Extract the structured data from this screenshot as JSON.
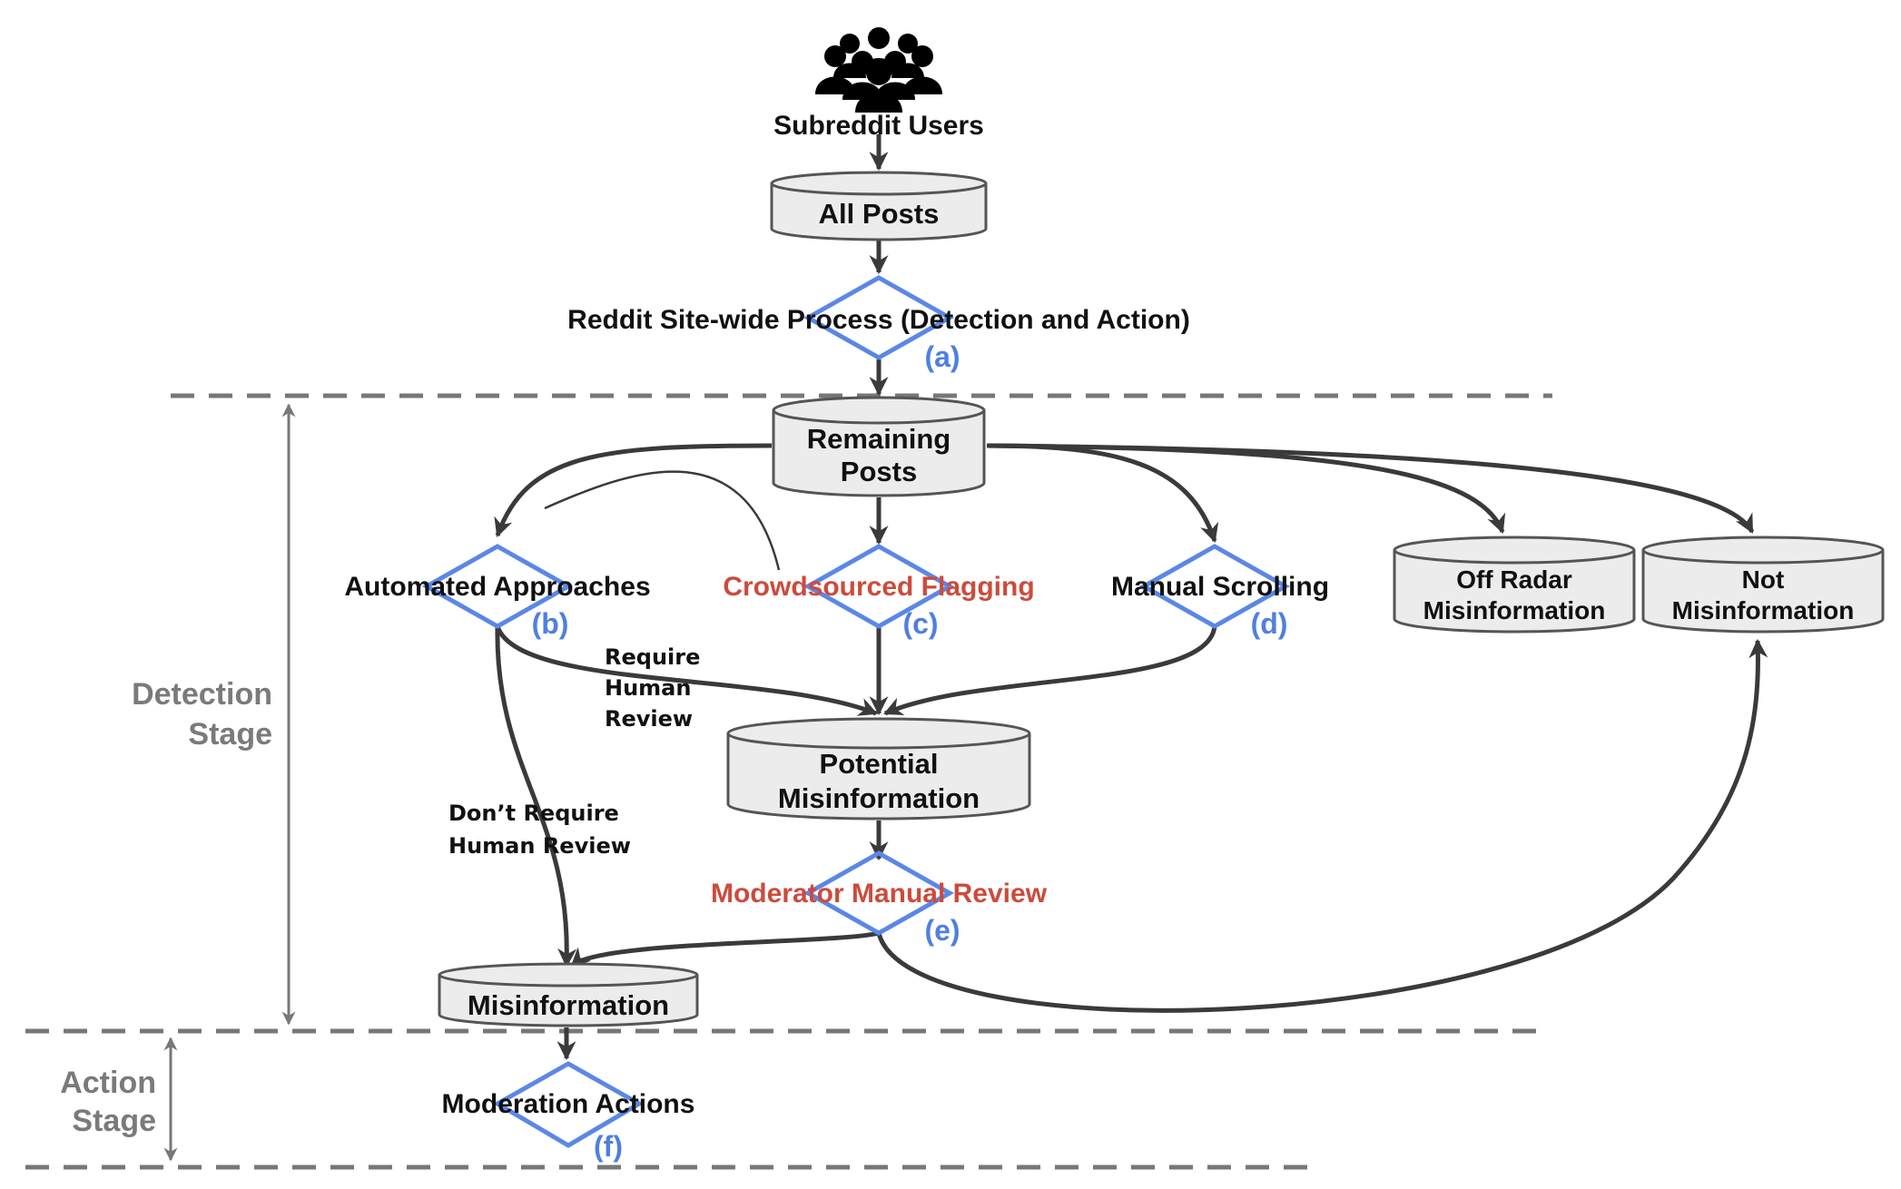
{
  "nodes": {
    "users": "Subreddit Users",
    "all_posts": "All Posts",
    "sitewide": "Reddit Site-wide Process (Detection and Action)",
    "sitewide_tag": "(a)",
    "remaining_l1": "Remaining",
    "remaining_l2": "Posts",
    "automated": "Automated Approaches",
    "automated_tag": "(b)",
    "crowdsourced": "Crowdsourced Flagging",
    "crowdsourced_tag": "(c)",
    "manual_scroll": "Manual Scrolling",
    "manual_scroll_tag": "(d)",
    "off_radar_l1": "Off Radar",
    "off_radar_l2": "Misinformation",
    "not_misinfo_l1": "Not",
    "not_misinfo_l2": "Misinformation",
    "potential_l1": "Potential",
    "potential_l2": "Misinformation",
    "moderator_review": "Moderator Manual Review",
    "moderator_review_tag": "(e)",
    "misinformation": "Misinformation",
    "moderation_actions": "Moderation Actions",
    "moderation_actions_tag": "(f)"
  },
  "edge_labels": {
    "require_l1": "Require",
    "require_l2": "Human",
    "require_l3": "Review",
    "dont_l1": "Don’t Require",
    "dont_l2": "Human Review"
  },
  "stages": {
    "detection_l1": "Detection",
    "detection_l2": "Stage",
    "action_l1": "Action",
    "action_l2": "Stage"
  },
  "colors": {
    "diamond": "#5b87e6",
    "red_label": "#cc4b3c",
    "tag": "#4f7fe0",
    "stage": "#7a7a7a"
  },
  "icons": {
    "users": "group-people-icon"
  }
}
